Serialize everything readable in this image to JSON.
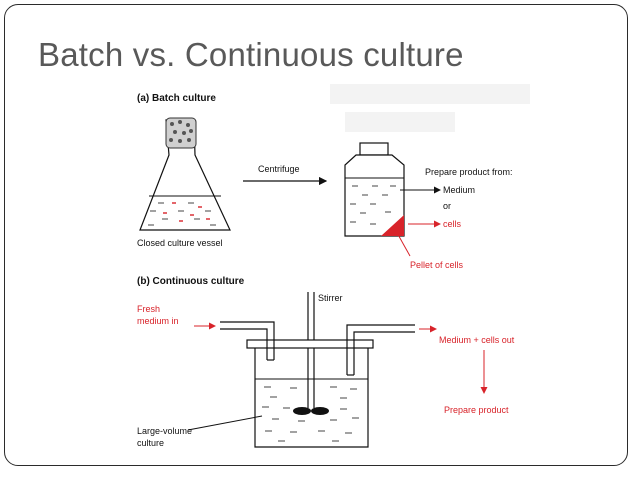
{
  "slide": {
    "title": "Batch vs. Continuous culture"
  },
  "diagram": {
    "batch": {
      "heading": "(a) Batch culture",
      "vessel_label": "Closed culture vessel",
      "step_label": "Centrifuge",
      "prepare_label": "Prepare product from:",
      "option_medium": "Medium",
      "option_or": "or",
      "option_cells": "cells",
      "pellet_label": "Pellet of cells"
    },
    "continuous": {
      "heading": "(b) Continuous culture",
      "stirrer_label": "Stirrer",
      "inflow_line1": "Fresh",
      "inflow_line2": "medium in",
      "outflow_label": "Medium + cells out",
      "prepare_label": "Prepare product",
      "culture_line1": "Large-volume",
      "culture_line2": "culture"
    },
    "colors": {
      "accent_red": "#d8232a",
      "line": "#111111",
      "title_gray": "#595959"
    }
  }
}
